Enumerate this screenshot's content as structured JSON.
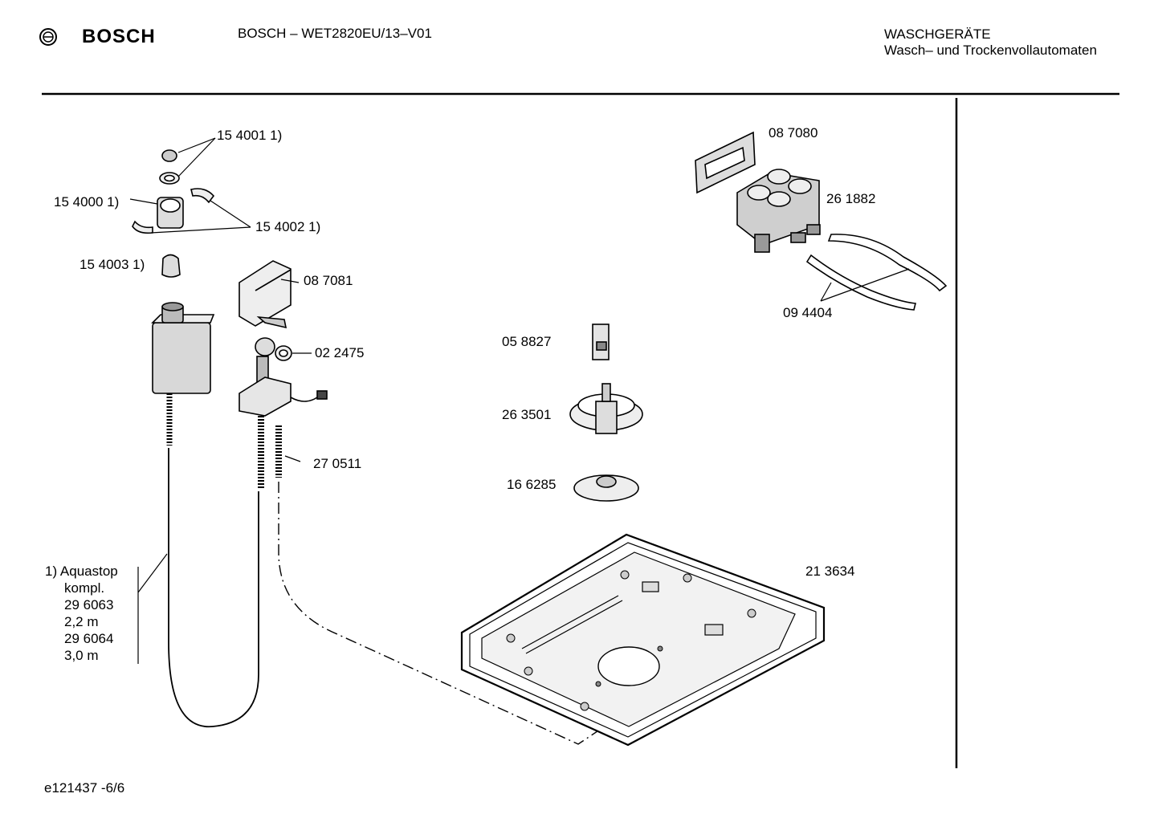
{
  "header": {
    "brand": "BOSCH",
    "model": "BOSCH – WET2820EU/13–V01",
    "category_line1": "WASCHGERÄTE",
    "category_line2": "Wasch– und Trockenvollautomaten"
  },
  "callouts": {
    "p154001": "15 4001 1)",
    "p154000": "15 4000 1)",
    "p154002": "15 4002 1)",
    "p154003": "15 4003 1)",
    "p087081": "08 7081",
    "p022475": "02 2475",
    "p270511": "27 0511",
    "p087080": "08 7080",
    "p261882": "26 1882",
    "p094404": "09 4404",
    "p058827": "05 8827",
    "p263501": "26 3501",
    "p166285": "16 6285",
    "p213634": "21 3634"
  },
  "aquastop_note": {
    "line1": "1)  Aquastop",
    "line2": "kompl.",
    "line3": "29 6063",
    "line4": "2,2 m",
    "line5": "29 6064",
    "line6": "3,0 m"
  },
  "footer": {
    "drawing_id": "e121437 -6/6"
  }
}
